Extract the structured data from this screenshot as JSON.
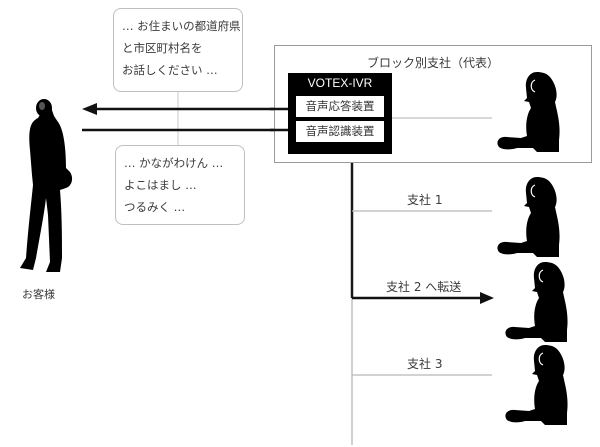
{
  "customer": {
    "label": "お客様",
    "icon": "standing-person-phone-silhouette"
  },
  "speech_bubbles": {
    "prompt": {
      "lines": [
        "… お住まいの都道府県",
        "と市区町村名を",
        "お話しください …"
      ]
    },
    "response": {
      "lines": [
        "… かながわけん …",
        "よこはまし …",
        "つるみく …"
      ]
    }
  },
  "block_office": {
    "title": "ブロック別支社（代表）",
    "ivr": {
      "title": "VOTEX-IVR",
      "units": [
        "音声応答装置",
        "音声認識装置"
      ]
    },
    "operator_icon": "operator-headset-silhouette"
  },
  "branches": [
    {
      "label": "支社 1",
      "transfer": false
    },
    {
      "label": "支社 2 へ転送",
      "transfer": true
    },
    {
      "label": "支社 3",
      "transfer": false
    }
  ],
  "colors": {
    "line_dark": "#1a1a1a",
    "line_gray": "#b0b0b0",
    "box_border": "#9a9a9a",
    "silhouette": "#000000"
  }
}
